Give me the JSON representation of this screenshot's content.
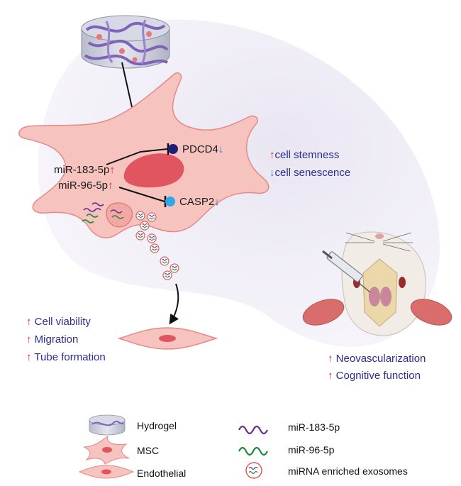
{
  "mechanism": {
    "mir183": "miR-183-5p",
    "mir96": "miR-96-5p",
    "target1": "PDCD4",
    "target2": "CASP2",
    "up_arrow": "↑",
    "down_arrow": "↓"
  },
  "msc_effects": [
    "cell stemness",
    "cell senescence"
  ],
  "endothelial_effects": [
    "Cell viability",
    "Migration",
    "Tube formation"
  ],
  "in_vivo_effects": [
    "Neovascularization",
    "Cognitive function"
  ],
  "legend": {
    "hydrogel": "Hydrogel",
    "msc": "MSC",
    "endothelial": "Endothelial",
    "mir183": "miR-183-5p",
    "mir96": "miR-96-5p",
    "exosome": "miRNA enriched exosomes"
  },
  "colors": {
    "up": "#e0261c",
    "down": "#1f7ac8",
    "cell": "#f7c3bf",
    "nucleus": "#e0555f",
    "pdcd4_dot": "#1f1f7a",
    "casp2_dot": "#2fa7e8",
    "mir183_strand": "#6b2c91",
    "mir96_strand": "#1c8a3a"
  }
}
